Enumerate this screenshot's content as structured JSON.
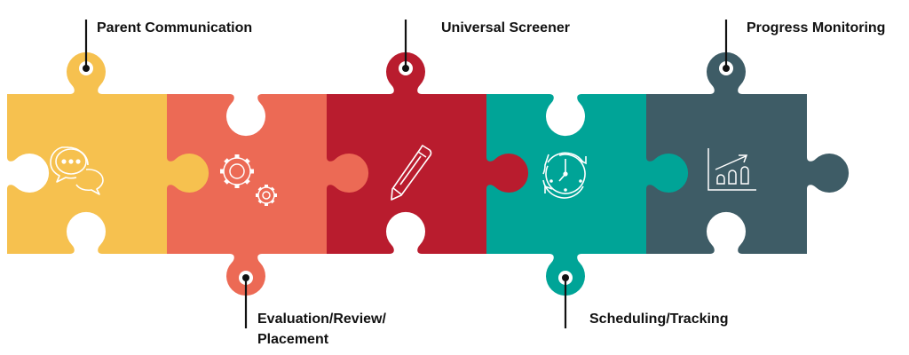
{
  "diagram": {
    "type": "puzzle-process",
    "pieces": [
      {
        "id": "parent-communication",
        "label": "Parent Communication",
        "color": "#F6C14F",
        "icon": "chat-bubbles-icon",
        "label_position": "top"
      },
      {
        "id": "evaluation-review-placement",
        "label_line1": "Evaluation/Review/",
        "label_line2": "Placement",
        "color": "#EC6A55",
        "icon": "gears-icon",
        "label_position": "bottom"
      },
      {
        "id": "universal-screener",
        "label": "Universal Screener",
        "color": "#B91C2E",
        "icon": "pencil-icon",
        "label_position": "top"
      },
      {
        "id": "scheduling-tracking",
        "label": "Scheduling/Tracking",
        "color": "#00A497",
        "icon": "clock-cycle-icon",
        "label_position": "bottom"
      },
      {
        "id": "progress-monitoring",
        "label": "Progress Monitoring",
        "color": "#3E5C66",
        "icon": "growth-chart-icon",
        "label_position": "top"
      }
    ]
  }
}
